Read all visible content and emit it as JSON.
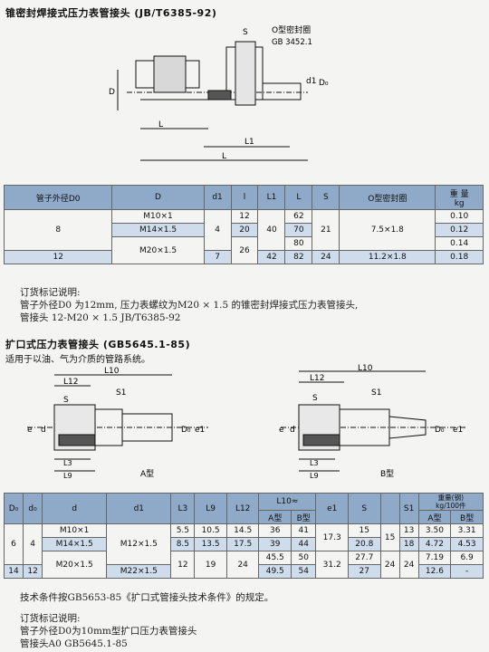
{
  "title1": "锥密封焊接式压力表管接头 (JB/T6385-92)",
  "fig1": {
    "s": "S",
    "seal": "O型密封圈",
    "std": "GB 3452.1",
    "D": "D",
    "d1": "d1",
    "D0": "D₀",
    "L": "L",
    "L1": "L1",
    "L2": "L"
  },
  "table1": {
    "headers": [
      "管子外径D0",
      "D",
      "d1",
      "l",
      "L1",
      "L",
      "S",
      "O型密封圈",
      "重 量",
      "kg"
    ],
    "rows": [
      {
        "d0": "8",
        "D": "M10×1",
        "d1": "4",
        "l": "12",
        "L1": "40",
        "L": "62",
        "S": "21",
        "seal": "7.5×1.8",
        "w": "0.10"
      },
      {
        "D": "M14×1.5",
        "l": "20",
        "L": "70",
        "w": "0.12"
      },
      {
        "D": "M20×1.5",
        "l": "26",
        "L": "80",
        "w": "0.14"
      },
      {
        "d0": "12",
        "d1": "7",
        "L1": "42",
        "L": "82",
        "S": "24",
        "seal": "11.2×1.8",
        "w": "0.18"
      }
    ]
  },
  "order1": {
    "title": "订货标记说明:",
    "line1": "管子外径D0 为12mm, 压力表螺纹为M20 × 1.5 的锥密封焊接式压力表管接头,",
    "line2": "管接头 12-M20 × 1.5 JB/T6385-92"
  },
  "title2": "扩口式压力表管接头 (GB5645.1-85)",
  "subtitle2": "适用于以油、气为介质的管路系统。",
  "fig2": {
    "L10": "L10",
    "L12": "L12",
    "S": "S",
    "S1": "S1",
    "e": "e",
    "d": "d",
    "D0": "D₀",
    "e1": "e1",
    "L3": "L3",
    "L9": "L9",
    "typeA": "A型",
    "typeB": "B型"
  },
  "table2": {
    "headers": [
      "D₀",
      "d₀",
      "d",
      "d1",
      "L3",
      "L9",
      "L12",
      "L10≈",
      "A型",
      "B型",
      "e1",
      "S",
      "S1",
      "重量(钢)",
      "kg/100件",
      "A型",
      "B型"
    ],
    "rows": [
      {
        "D0": "6",
        "d0": "4",
        "d": "M10×1",
        "d1": "M12×1.5",
        "L3": "5.5",
        "L9": "10.5",
        "L12": "14.5",
        "A": "36",
        "B": "41",
        "e1": "17.3",
        "Sa": "15",
        "S": "15",
        "S1": "13",
        "wA": "3.50",
        "wB": "3.31"
      },
      {
        "d": "M14×1.5",
        "L3": "8.5",
        "L9": "13.5",
        "L12": "17.5",
        "A": "39",
        "B": "44",
        "Sa": "20.8",
        "S1": "18",
        "wA": "4.72",
        "wB": "4.53"
      },
      {
        "d": "M20×1.5",
        "L3": "12",
        "L9": "19",
        "L12": "24",
        "A": "45.5",
        "B": "50",
        "Sa": "27.7",
        "S1": "24",
        "wA": "7.19",
        "wB": "6.9"
      },
      {
        "D0": "14",
        "d0": "12",
        "d1": "M22×1.5",
        "A": "49.5",
        "B": "54",
        "e1": "31.2",
        "Sa": "27",
        "wA": "12.6",
        "wB": "-"
      }
    ]
  },
  "note2": "技术条件按GB5653-85《扩口式管接头技术条件》的规定。",
  "order2": {
    "title": "订货标记说明:",
    "line1": "管子外径D0为10mm型扩口压力表管接头",
    "line2": "管接头A0  GB5645.1-85"
  }
}
